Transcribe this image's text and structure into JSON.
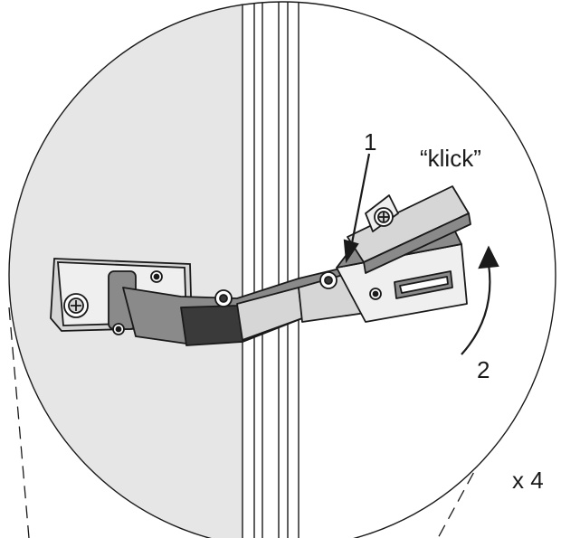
{
  "callouts": {
    "step1": "1",
    "step2": "2",
    "sound": "“klick”",
    "quantity": "x 4"
  },
  "colors": {
    "cabinet_side": "#e6e6e6",
    "line": "#1a1a1a",
    "part_dark": "#3a3a3a",
    "part_mid": "#8a8a8a",
    "part_light": "#d6d6d6"
  }
}
